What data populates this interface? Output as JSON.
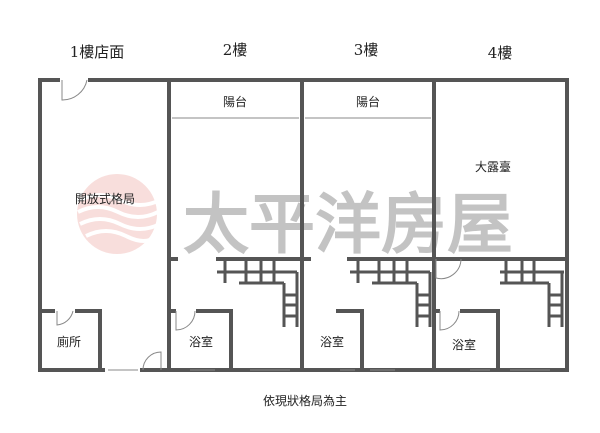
{
  "floors": [
    {
      "title": "1樓店面",
      "rooms": [
        "開放式格局",
        "廁所"
      ]
    },
    {
      "title": "2樓",
      "rooms": [
        "陽台",
        "浴室"
      ]
    },
    {
      "title": "3樓",
      "rooms": [
        "陽台",
        "浴室"
      ]
    },
    {
      "title": "4樓",
      "rooms": [
        "大露臺",
        "浴室"
      ]
    }
  ],
  "watermark": {
    "text": "太平洋房屋",
    "logo_color": "#e87a74"
  },
  "caption": "依現狀格局為主"
}
